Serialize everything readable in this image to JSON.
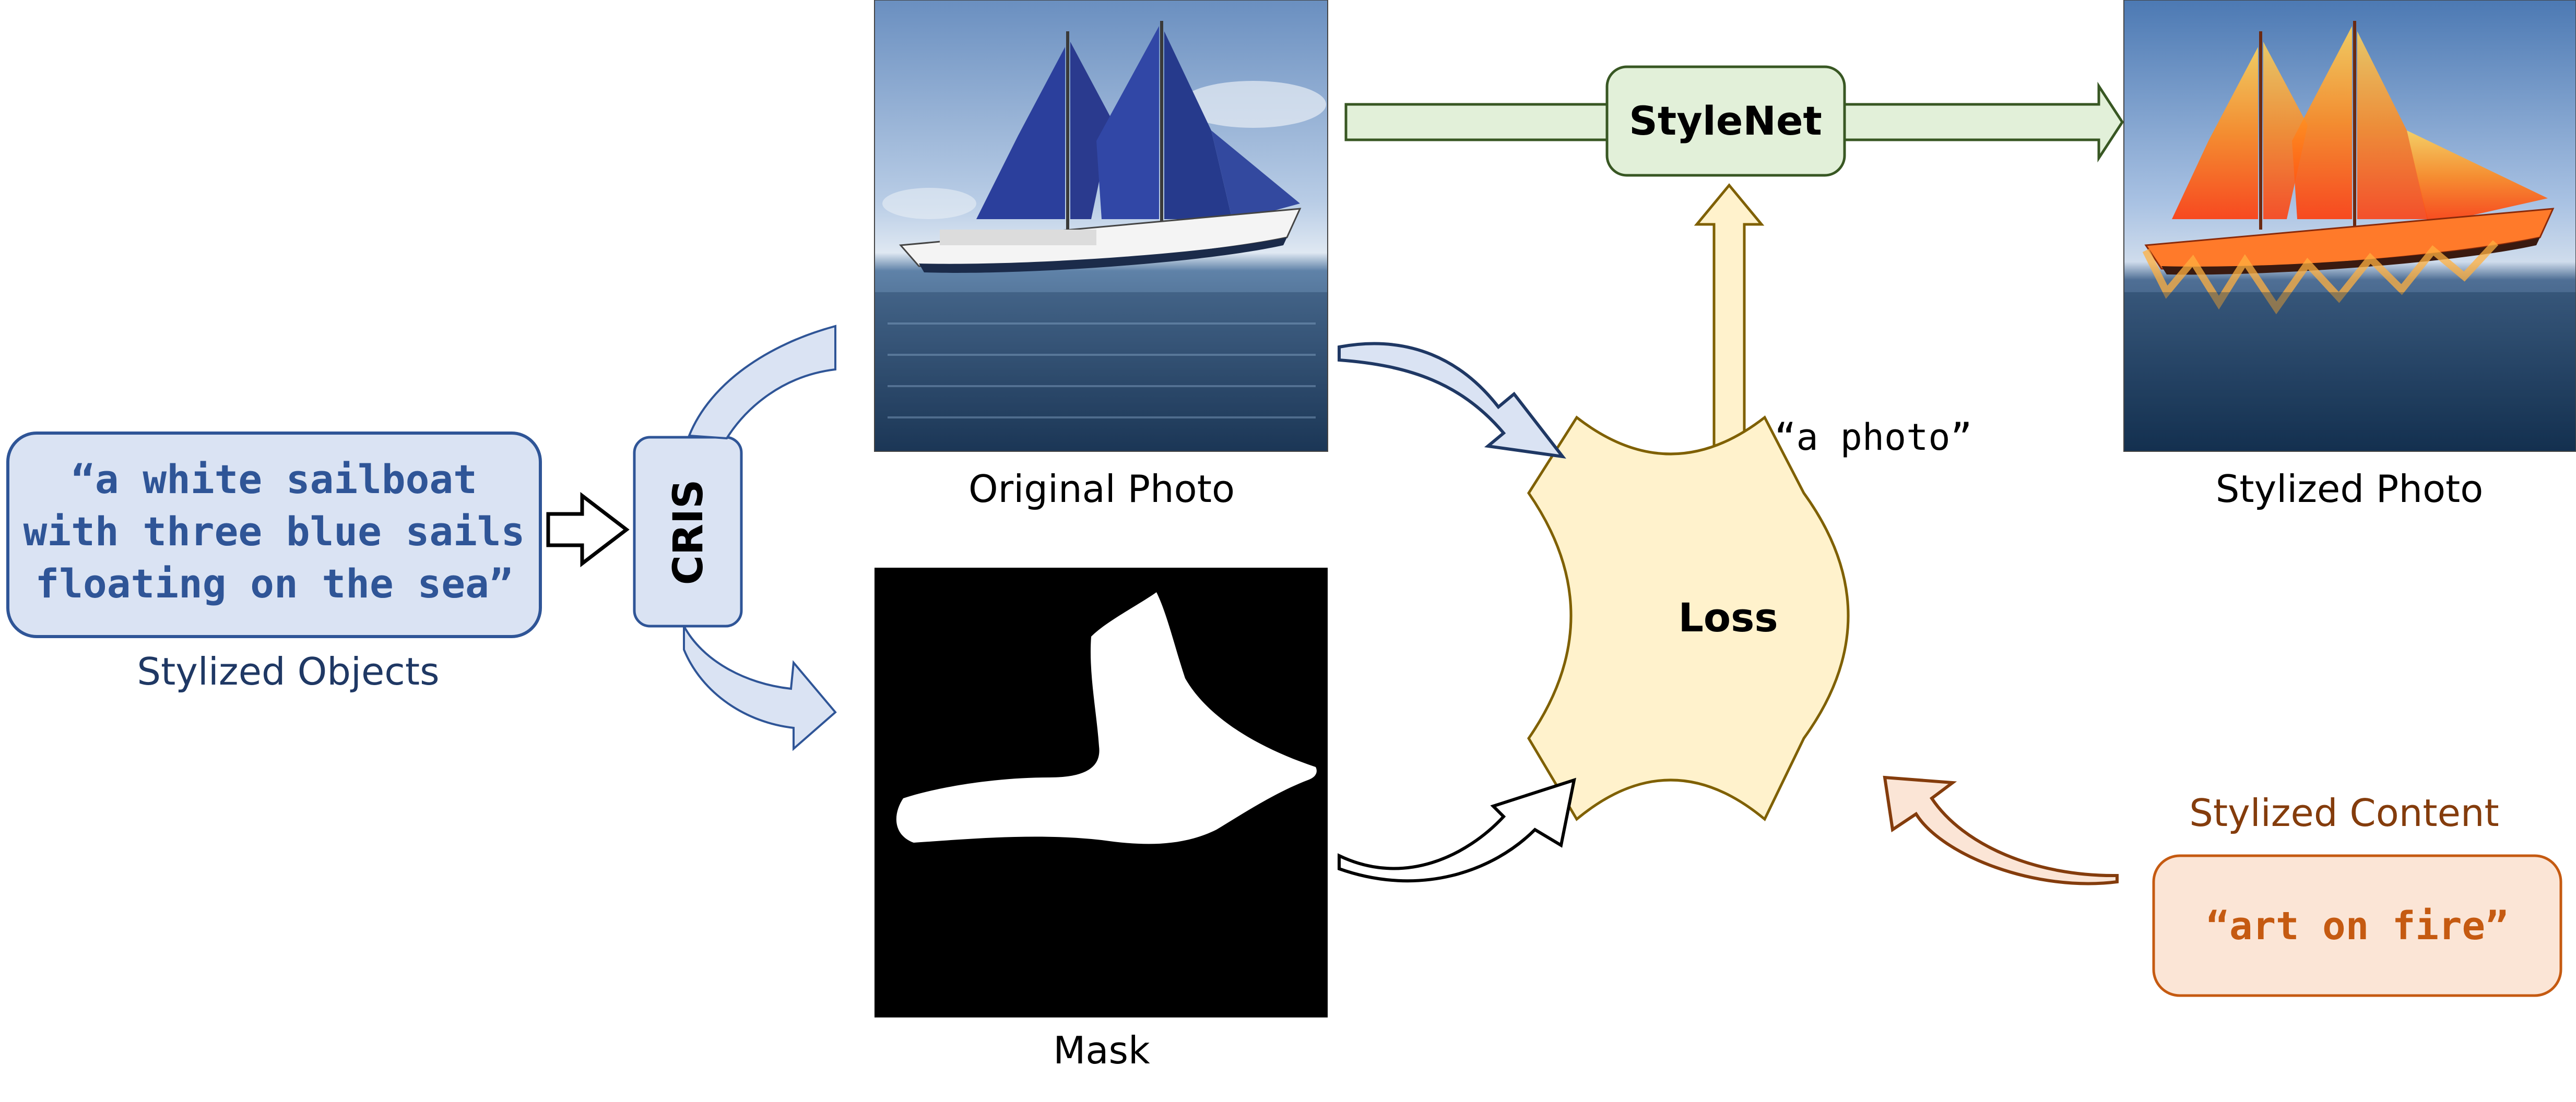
{
  "stylized_objects": {
    "prompt_lines": [
      "“a white sailboat",
      "with three blue sails",
      "floating on the sea”"
    ],
    "caption": "Stylized Objects"
  },
  "cris": {
    "label": "CRIS"
  },
  "original_photo": {
    "caption": "Original Photo"
  },
  "mask": {
    "caption": "Mask"
  },
  "stylenet": {
    "label": "StyleNet"
  },
  "stylized_photo": {
    "caption": "Stylized Photo"
  },
  "loss": {
    "label": "Loss",
    "text_prompt": "“a photo”"
  },
  "stylized_content": {
    "caption": "Stylized Content",
    "prompt": "“art on fire”"
  },
  "colors": {
    "blue_fill": "#dae3f3",
    "blue_stroke": "#2f5597",
    "blue_text": "#2f5597",
    "caption_blue": "#1f3864",
    "green_fill": "#e2f0d9",
    "green_stroke": "#385723",
    "loss_fill": "#fff2cc",
    "loss_stroke": "#7f6000",
    "orange_fill": "#fbe5d6",
    "orange_stroke": "#c55a11",
    "orange_text": "#c55a11",
    "orange_caption": "#843c0c",
    "dark_blue_arrow": "#1f3864"
  }
}
